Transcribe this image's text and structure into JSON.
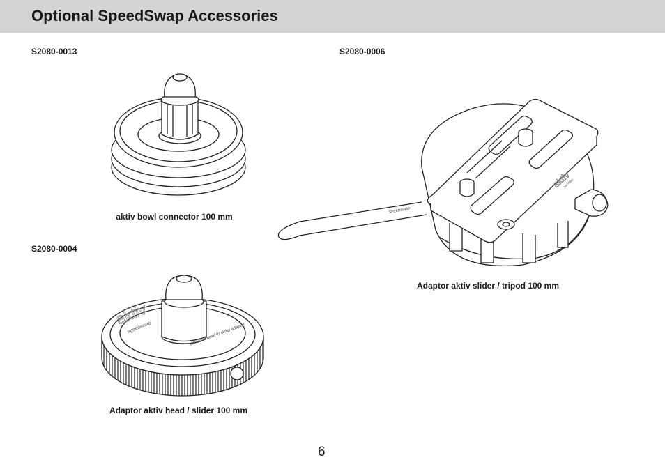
{
  "header": {
    "title": "Optional SpeedSwap Accessories"
  },
  "items": [
    {
      "code": "S2080-0013",
      "caption": "aktiv bowl connector 100 mm"
    },
    {
      "code": "S2080-0004",
      "caption": "Adaptor aktiv head / slider 100 mm",
      "engraving": "aktiv",
      "engraving_sub": "speedswap",
      "engraving_ring": "aktiv fluid head to slider adaptor"
    },
    {
      "code": "S2080-0006",
      "caption": "Adaptor aktiv slider  / tripod 100 mm",
      "engraving": "aktiv",
      "engraving_sub": "sachtler",
      "engraving_handle": "SPEEDSWAP"
    }
  ],
  "page": {
    "number": "6"
  }
}
